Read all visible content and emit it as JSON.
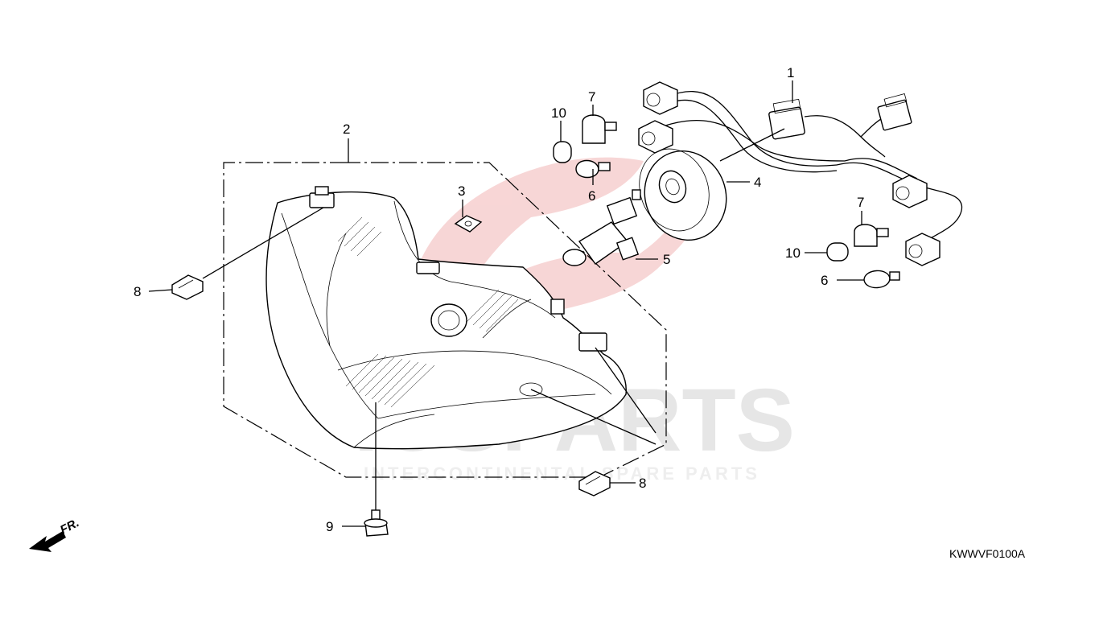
{
  "diagram": {
    "watermark": {
      "brand": "ICSPARTS",
      "tagline": "INTERCONTINENTAL SPARE PARTS",
      "logo_color": "#f2b5b5"
    },
    "callouts": [
      {
        "id": "c1",
        "label": "1"
      },
      {
        "id": "c2",
        "label": "2"
      },
      {
        "id": "c3",
        "label": "3"
      },
      {
        "id": "c4",
        "label": "4"
      },
      {
        "id": "c5",
        "label": "5"
      },
      {
        "id": "c6a",
        "label": "6"
      },
      {
        "id": "c6b",
        "label": "6"
      },
      {
        "id": "c7a",
        "label": "7"
      },
      {
        "id": "c7b",
        "label": "7"
      },
      {
        "id": "c8a",
        "label": "8"
      },
      {
        "id": "c8b",
        "label": "8"
      },
      {
        "id": "c9",
        "label": "9"
      },
      {
        "id": "c10a",
        "label": "10"
      },
      {
        "id": "c10b",
        "label": "10"
      }
    ],
    "direction_label": "FR.",
    "diagram_code": "KWWVF0100A"
  }
}
